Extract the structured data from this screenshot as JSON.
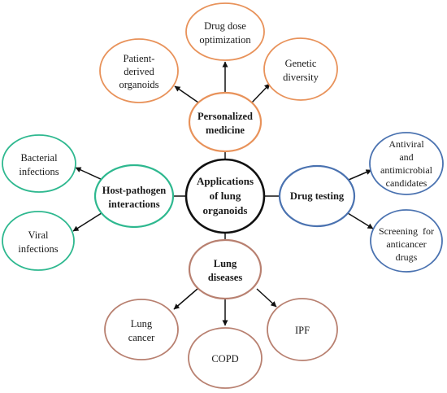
{
  "colors": {
    "orange": "#e8925a",
    "green": "#2eb88f",
    "blue": "#4a72b0",
    "brown": "#b88070",
    "center": "#111111",
    "arrow": "#111111"
  },
  "center": {
    "lines": [
      "Applications",
      "of lung",
      "organoids"
    ]
  },
  "personalized": {
    "lines": [
      "Personalized",
      "medicine"
    ]
  },
  "patient_derived": {
    "lines": [
      "Patient-",
      "derived",
      "organoids"
    ]
  },
  "drug_dose": {
    "lines": [
      "Drug dose",
      "optimization"
    ]
  },
  "genetic": {
    "lines": [
      "Genetic",
      "diversity"
    ]
  },
  "host_pathogen": {
    "lines": [
      "Host-pathogen",
      "interactions"
    ]
  },
  "bacterial": {
    "lines": [
      "Bacterial",
      "infections"
    ]
  },
  "viral": {
    "lines": [
      "Viral",
      "infections"
    ]
  },
  "drug_testing": {
    "lines": [
      "Drug testing"
    ]
  },
  "antiviral": {
    "lines": [
      "Antiviral",
      "and",
      "antimicrobial",
      "candidates"
    ]
  },
  "screening": {
    "lines": [
      "Screening  for",
      "anticancer",
      "drugs"
    ]
  },
  "lung_diseases": {
    "lines": [
      "Lung",
      "diseases"
    ]
  },
  "lung_cancer": {
    "lines": [
      "Lung",
      "cancer"
    ]
  },
  "copd": {
    "lines": [
      "COPD"
    ]
  },
  "ipf": {
    "lines": [
      "IPF"
    ]
  }
}
